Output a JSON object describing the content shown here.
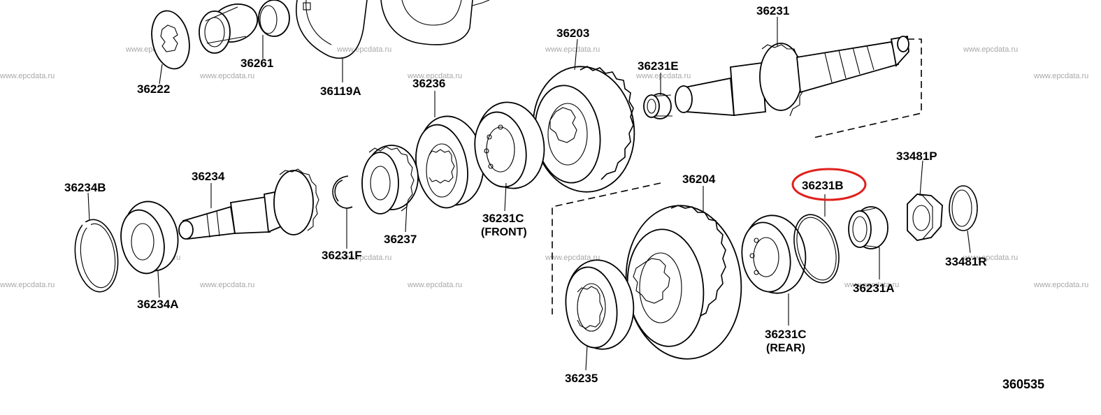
{
  "watermark": "www.epcdata.ru",
  "reference_code": "360535",
  "highlight_color": "#e0201c",
  "parts": [
    {
      "id": "p36222",
      "label": "36222"
    },
    {
      "id": "p36261",
      "label": "36261"
    },
    {
      "id": "p36119A",
      "label": "36119A"
    },
    {
      "id": "p36203",
      "label": "36203"
    },
    {
      "id": "p36231E",
      "label": "36231E"
    },
    {
      "id": "p36231",
      "label": "36231"
    },
    {
      "id": "p36236",
      "label": "36236"
    },
    {
      "id": "p36234B",
      "label": "36234B"
    },
    {
      "id": "p36234",
      "label": "36234"
    },
    {
      "id": "p36234A",
      "label": "36234A"
    },
    {
      "id": "p36231F",
      "label": "36231F"
    },
    {
      "id": "p36237",
      "label": "36237"
    },
    {
      "id": "p36231C_front",
      "label": "36231C",
      "note": "(FRONT)"
    },
    {
      "id": "p36204",
      "label": "36204"
    },
    {
      "id": "p36235",
      "label": "36235"
    },
    {
      "id": "p36231B",
      "label": "36231B"
    },
    {
      "id": "p36231C_rear",
      "label": "36231C",
      "note": "(REAR)"
    },
    {
      "id": "p36231A",
      "label": "36231A"
    },
    {
      "id": "p33481P",
      "label": "33481P"
    },
    {
      "id": "p33481R",
      "label": "33481R"
    }
  ]
}
